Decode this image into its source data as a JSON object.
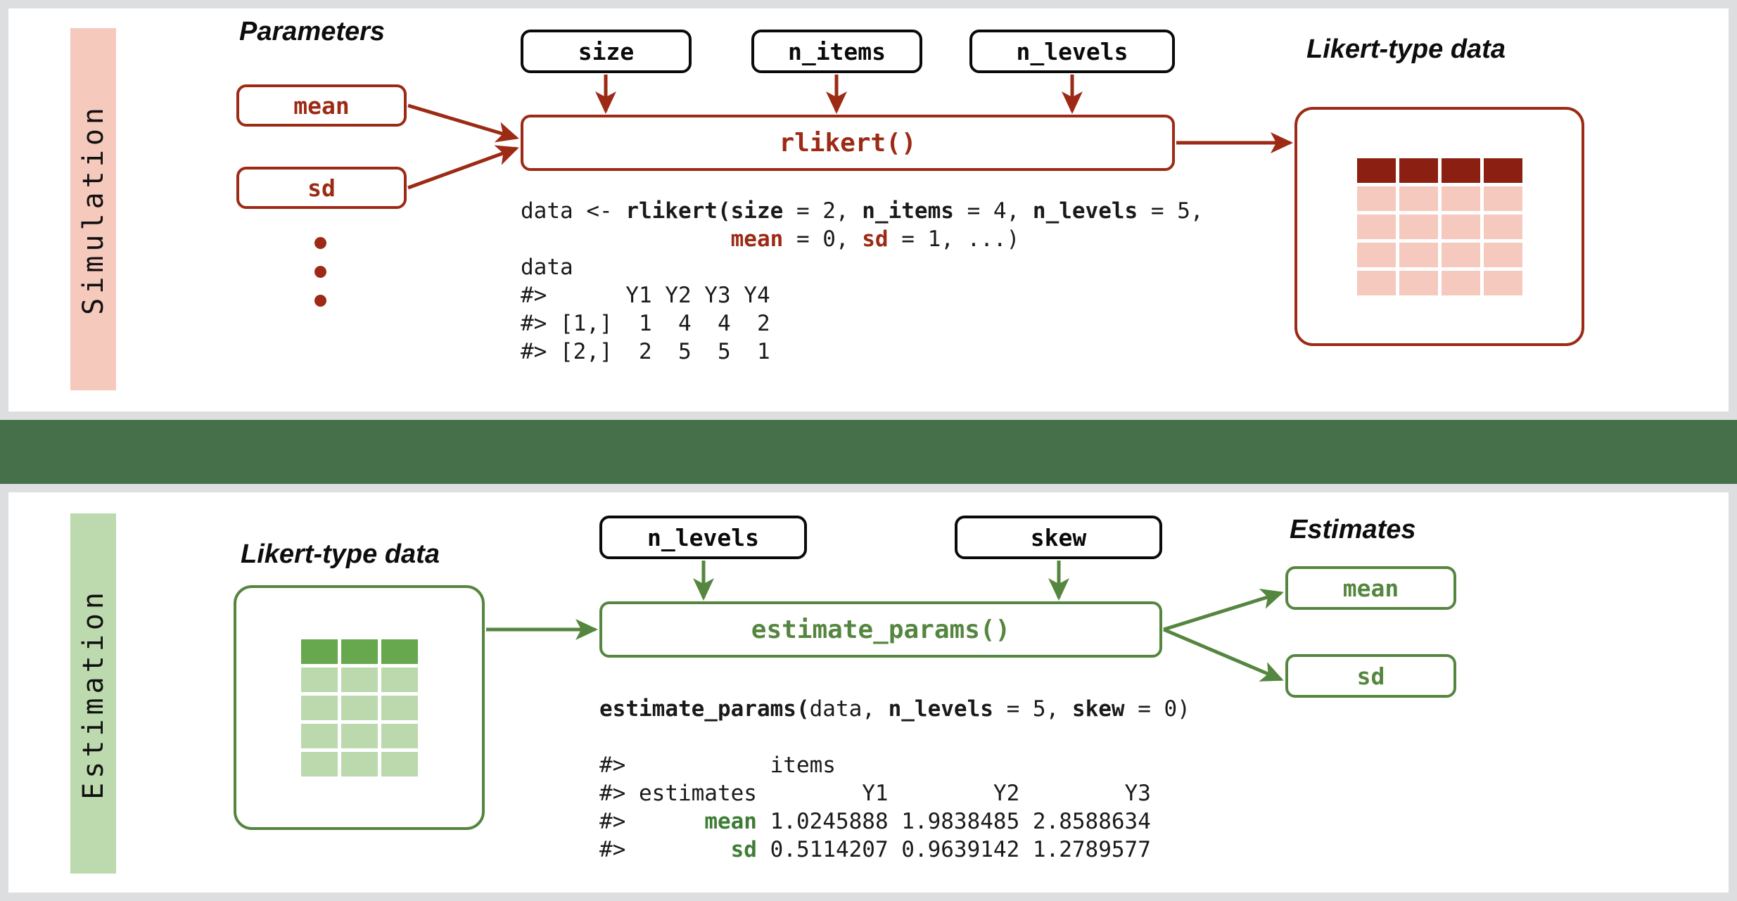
{
  "colors": {
    "page_background": "#dddee0",
    "panel_background": "#ffffff",
    "divider_green": "#46704a",
    "sim_accent": "#9c2a14",
    "sim_bar": "#f6c9bd",
    "sim_cell_dark": "#8b2012",
    "sim_cell_light": "#f5c9be",
    "est_accent": "#55863f",
    "est_bar": "#bdd9ae",
    "est_cell_dark": "#67a84e",
    "est_cell_light": "#bcd9ae",
    "node_black": "#0a0a0a"
  },
  "simulation": {
    "stage_label": "Simulation",
    "parameters_heading": "Parameters",
    "params": [
      {
        "label": "mean"
      },
      {
        "label": "sd"
      }
    ],
    "ellipsis_dots": 3,
    "arguments": [
      {
        "label": "size"
      },
      {
        "label": "n_items"
      },
      {
        "label": "n_levels"
      }
    ],
    "function_label": "rlikert()",
    "output_heading": "Likert-type data",
    "output_grid": {
      "columns": 4,
      "rows": 5,
      "header_rows": 1
    },
    "code": {
      "line1_pre": "data <- ",
      "line1_fn": "rlikert(",
      "line1_a1": "size",
      "line1_a1v": " = 2, ",
      "line1_a2": "n_items",
      "line1_a2v": " = 4, ",
      "line1_a3": "n_levels",
      "line1_a3v": " = 5,",
      "line2_indent": "                ",
      "line2_p1": "mean",
      "line2_p1v": " = 0, ",
      "line2_p2": "sd",
      "line2_p2v": " = 1, ...)",
      "line3": "data",
      "line4": "#>      Y1 Y2 Y3 Y4",
      "line5": "#> [1,]  1  4  4  2",
      "line6": "#> [2,]  2  5  5  1"
    }
  },
  "estimation": {
    "stage_label": "Estimation",
    "input_heading": "Likert-type data",
    "input_grid": {
      "columns": 3,
      "rows": 5,
      "header_rows": 1
    },
    "arguments": [
      {
        "label": "n_levels"
      },
      {
        "label": "skew"
      }
    ],
    "function_label": "estimate_params()",
    "output_heading": "Estimates",
    "estimates": [
      {
        "label": "mean"
      },
      {
        "label": "sd"
      }
    ],
    "code": {
      "call_fn": "estimate_params(",
      "call_args": "data, ",
      "call_a1": "n_levels",
      "call_a1v": " = 5, ",
      "call_a2": "skew",
      "call_a2v": " = 0)",
      "line1": "#>           items",
      "line2": "#> estimates        Y1        Y2        Y3",
      "line3_pre": "#>      ",
      "line3_key": "mean",
      "line3_val": " 1.0245888 1.9838485 2.8588634",
      "line4_pre": "#>        ",
      "line4_key": "sd",
      "line4_val": " 0.5114207 0.9639142 1.2789577"
    }
  }
}
